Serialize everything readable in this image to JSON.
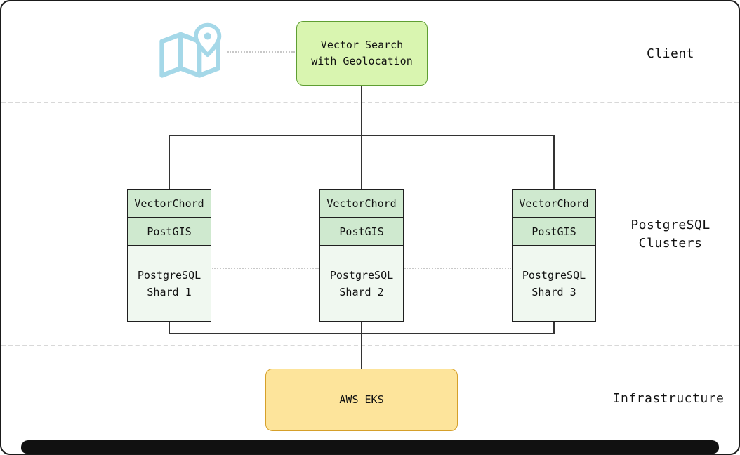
{
  "section_labels": {
    "client": "Client",
    "clusters": "PostgreSQL\nClusters",
    "infrastructure": "Infrastructure"
  },
  "nodes": {
    "client": {
      "label": "Vector Search\nwith Geolocation"
    },
    "shards": [
      {
        "header": "VectorChord",
        "subheader": "PostGIS",
        "body": "PostgreSQL\nShard 1"
      },
      {
        "header": "VectorChord",
        "subheader": "PostGIS",
        "body": "PostgreSQL\nShard 2"
      },
      {
        "header": "VectorChord",
        "subheader": "PostGIS",
        "body": "PostgreSQL\nShard 3"
      }
    ],
    "infrastructure": {
      "label": "AWS EKS"
    }
  },
  "icons": {
    "map_icon": "map-with-location-pin"
  },
  "colors": {
    "client_node_fill": "#d9f5b0",
    "client_node_border": "#5f9e32",
    "shard_header_fill": "#cfe9cf",
    "shard_body_fill": "#f0f8f0",
    "shard_border": "#1f1f1f",
    "infra_node_fill": "#fde49b",
    "infra_node_border": "#d6a02a",
    "map_icon": "#a5d8e8",
    "connector": "#333333",
    "dotted_connector": "#c8c8c8",
    "section_divider": "#d8d8d8",
    "canvas_border": "#1a1a1a",
    "bottom_bar": "#111111"
  }
}
